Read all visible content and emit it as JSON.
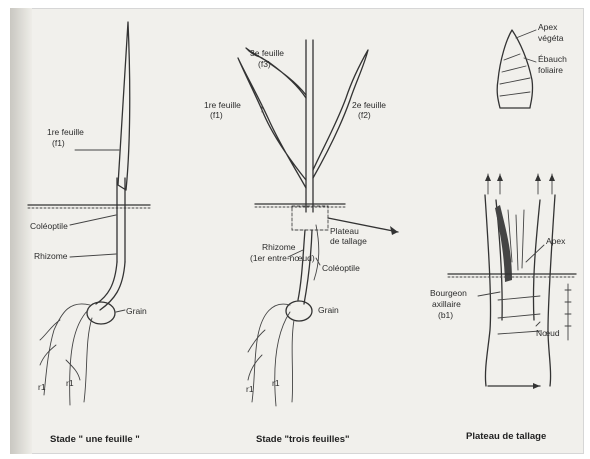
{
  "stage1": {
    "leaf1": "1re feuille",
    "leaf1_sub": "(f1)",
    "coleoptile": "Coléoptile",
    "rhizome": "Rhizome",
    "grain": "Grain",
    "r1": "r1",
    "r1b": "r1",
    "caption": "Stade \" une feuille \""
  },
  "stage3": {
    "leaf3": "3e feuille",
    "leaf3_sub": "(f3)",
    "leaf1": "1re feuille",
    "leaf1_sub": "(f1)",
    "leaf2": "2e feuille",
    "leaf2_sub": "(f2)",
    "plateau": "Plateau",
    "plateau2": "de tallage",
    "rhizome": "Rhizome",
    "rhizome2": "(1er entre-nœud)",
    "coleoptile": "Coléoptile",
    "grain": "Grain",
    "r1": "r1",
    "r1b": "r1",
    "caption": "Stade \"trois feuilles\""
  },
  "apex_detail": {
    "apex": "Apex",
    "vegetatif": "végéta",
    "ebauch": "Ébauch",
    "foliaire": "foliaire"
  },
  "plateau_detail": {
    "apex": "Apex",
    "bourgeon": "Bourgeon",
    "axillaire": "axillaire",
    "b1": "(b1)",
    "noeud": "Nœud",
    "caption": "Plateau de tallage"
  }
}
